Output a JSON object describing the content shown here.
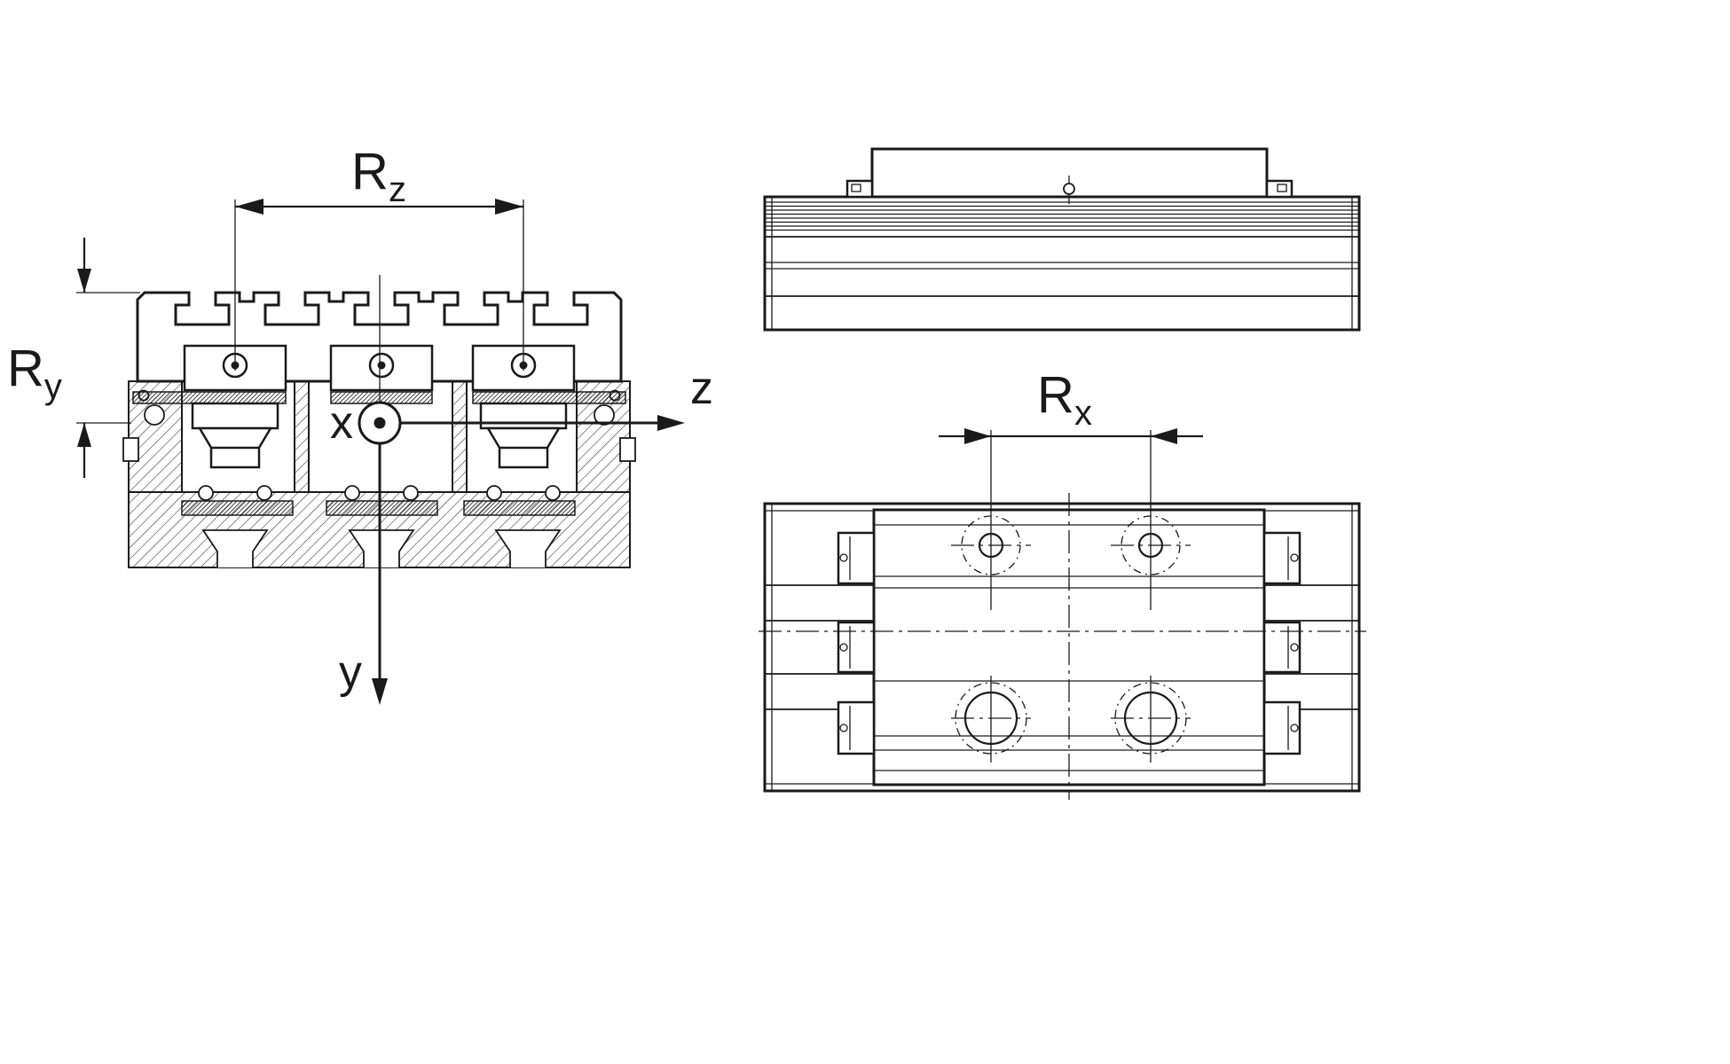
{
  "labels": {
    "rz": {
      "base": "R",
      "sub": "z"
    },
    "ry": {
      "base": "R",
      "sub": "y"
    },
    "rx": {
      "base": "R",
      "sub": "x"
    },
    "axis_x": "x",
    "axis_y": "y",
    "axis_z": "z"
  },
  "colors": {
    "line": "#1a1a1a",
    "background": "#ffffff"
  }
}
